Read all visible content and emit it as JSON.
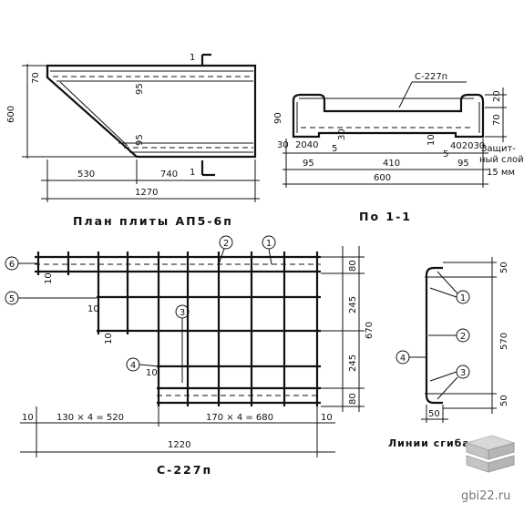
{
  "titles": {
    "plan": "План плиты АП5-6п",
    "section": "По 1-1",
    "mesh": "С-227п",
    "bend": "Линии сгиба"
  },
  "plan": {
    "dim_600": "600",
    "dim_70": "70",
    "dim_95_top": "95",
    "dim_95_bottom": "95",
    "dim_530": "530",
    "dim_740": "740",
    "dim_1270": "1270",
    "cut_label_top": "1",
    "cut_label_bottom": "1"
  },
  "section": {
    "mesh_label": "С-227п",
    "dim_90": "90",
    "dim_30": "30",
    "dim_2040": "2040",
    "dim_30b": "30",
    "dim_95a": "95",
    "dim_410": "410",
    "dim_600": "600",
    "dim_5a": "5",
    "dim_5b": "5",
    "dim_10": "10",
    "dim_402030": "402030",
    "dim_95b": "95",
    "dim_20": "20",
    "dim_70": "70",
    "note_line1": "Защит-",
    "note_line2": "ный слой",
    "note_line3": "15 мм"
  },
  "mesh": {
    "marks": [
      "1",
      "2",
      "3",
      "4",
      "5",
      "6"
    ],
    "dim_10_a": "10",
    "dim_10_b": "10",
    "dim_10_c": "10",
    "dim_10_d": "10",
    "dim_10_e": "10",
    "dim_10_f": "10",
    "dim_130x4": "130 × 4 = 520",
    "dim_170x4": "170 × 4 = 680",
    "dim_1220": "1220",
    "dim_80a": "80",
    "dim_245a": "245",
    "dim_245b": "245",
    "dim_80b": "80",
    "dim_670": "670"
  },
  "bend": {
    "marks": [
      "1",
      "2",
      "3",
      "4"
    ],
    "dim_50a": "50",
    "dim_570": "570",
    "dim_50b": "50",
    "dim_50c": "50"
  },
  "watermark": "gbi22.ru"
}
